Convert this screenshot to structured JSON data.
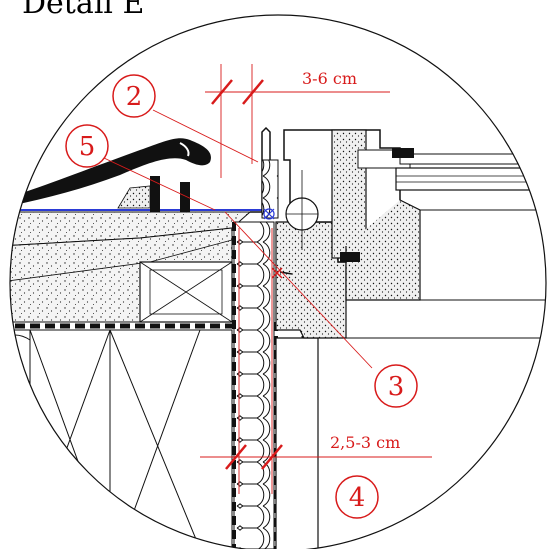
{
  "title": "Detail E",
  "dimensions": {
    "top": "3-6 cm",
    "bottom": "2,5-3 cm"
  },
  "callouts": [
    "2",
    "5",
    "3",
    "4"
  ],
  "colors": {
    "annotation": "#d81b1b",
    "line": "#000000",
    "membrane": "#2b3bd6"
  }
}
